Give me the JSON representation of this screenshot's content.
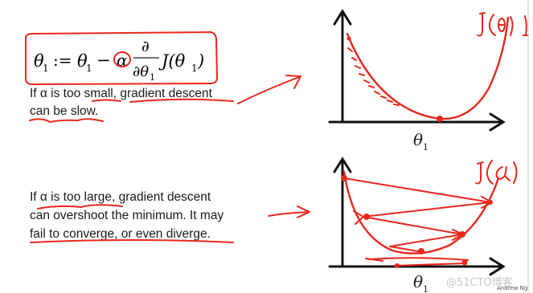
{
  "formula": {
    "theta1": "θ",
    "sub1": "1",
    "assign": ":=",
    "minus": "−",
    "alpha": "α",
    "partial": "∂",
    "d_theta": "∂θ",
    "J_theta": "J(θ",
    "close": ")"
  },
  "slow_text": {
    "line1": "If α is too small, gradient descent",
    "line2": "can be slow."
  },
  "large_text": {
    "line1": "If α is too large, gradient descent",
    "line2": "can overshoot the minimum. It may",
    "line3": "fail to converge, or even diverge."
  },
  "top_plot": {
    "x_axis_label": "θ",
    "x_axis_sub": "1",
    "curve_label": "J(θ₁"
  },
  "bottom_plot": {
    "x_axis_label": "θ",
    "x_axis_sub": "1",
    "curve_label": "J(α)"
  },
  "footer": {
    "credit": "Andrew Ng",
    "watermark": "@51CTO博客"
  },
  "colors": {
    "ink": "#e8281e",
    "text": "#1a1a1a",
    "axis": "#111111"
  }
}
